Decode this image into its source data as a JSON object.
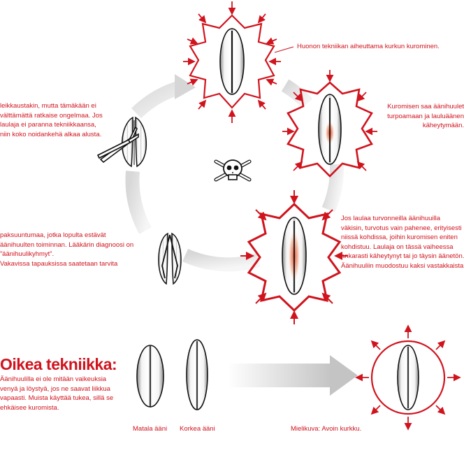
{
  "cycle": {
    "top_caption": "Huonon tekniikan aiheuttama kurkun kurominen.",
    "right_caption": [
      "Kuromisen saa äänihuulet",
      "turpoamaan ja lauluäänen",
      "käheytymään."
    ],
    "lower_right_caption": [
      "Jos laulaa turvonneilla äänihuuilla",
      "väkisin, turvotus vain pahenee, erityisesti",
      "niissä kohdissa, joihin kuromisen eniten",
      "kohdistuu. Laulaja on tässä vaiheessa",
      "ankarasti käheytynyt tai jo täysin äänetön.",
      "Äänihuuliin muodostuu kaksi vastakkaista"
    ],
    "left_caption": [
      "leikkaustakin, mutta tämäkään ei",
      "välttämättä ratkaise ongelmaa. Jos",
      "laulaja ei paranna tekniikkaansa,",
      "niin koko noidankehä alkaa alusta."
    ],
    "lower_left_caption": [
      "paksuuntumaa, jotka lopulta estävät",
      "äänihuulten toiminnan. Lääkärin diagnoosi on",
      "”äänihuulikyhmyt”.",
      "Vakavissa tapauksissa saatetaan tarvita"
    ]
  },
  "technique": {
    "title": "Oikea tekniikka:",
    "body": [
      "Äänihuulilla ei ole mitään vaikeuksia",
      "venyä ja löystyä, jos ne saavat liikkua",
      "vapaasti. Muista käyttää tukea, sillä se",
      "ehkäisee kuromista."
    ],
    "low_voice_label": "Matala ääni",
    "high_voice_label": "Korkea ääni",
    "open_throat_label": "Mielikuva: Avoin kurkku."
  },
  "colors": {
    "accent": "#d0141e",
    "arrow_gray": "#c8c8c8",
    "ink": "#1a1a1a"
  },
  "icons": [
    "skull-crossbones-icon",
    "scissors-icon",
    "forceps-icon"
  ]
}
